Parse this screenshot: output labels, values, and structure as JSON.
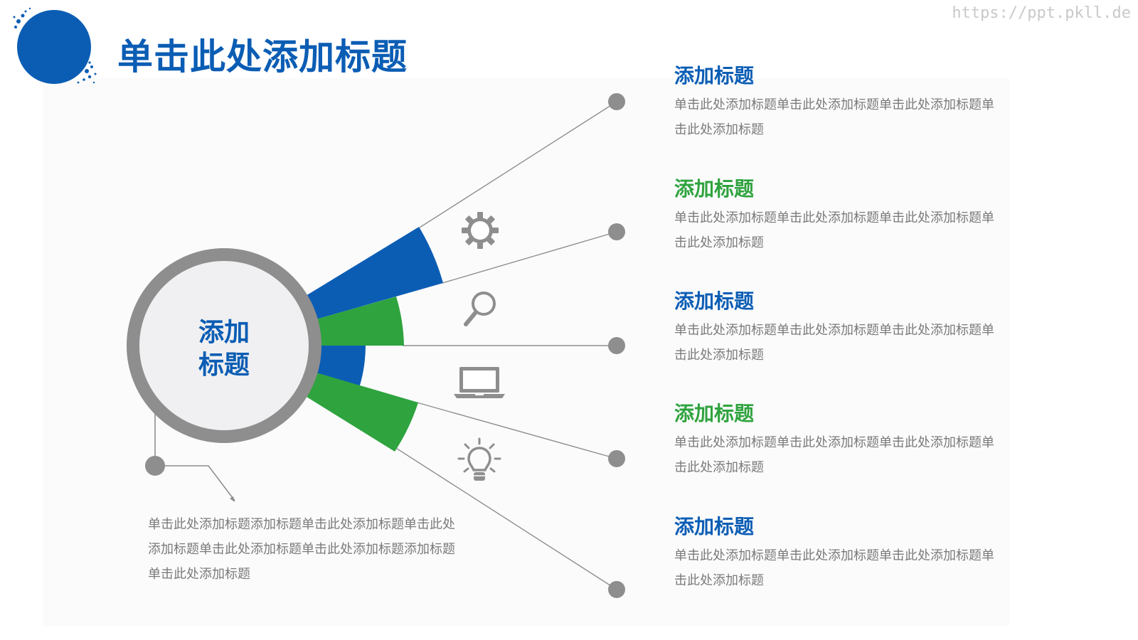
{
  "watermark": "https://ppt.pkll.de",
  "title": "单击此处添加标题",
  "center": {
    "line1": "添加",
    "line2": "标题"
  },
  "note": "单击此处添加标题添加标题单击此处添加标题单击此处添加标题单击此处添加标题单击此处添加标题添加标题单击此处添加标题",
  "items": [
    {
      "heading": "添加标题",
      "text": "单击此处添加标题单击此处添加标题单击此处添加标题单击此处添加标题",
      "color": "#0b5db4"
    },
    {
      "heading": "添加标题",
      "text": "单击此处添加标题单击此处添加标题单击此处添加标题单击此处添加标题",
      "color": "#2fa33e"
    },
    {
      "heading": "添加标题",
      "text": "单击此处添加标题单击此处添加标题单击此处添加标题单击此处添加标题",
      "color": "#0b5db4"
    },
    {
      "heading": "添加标题",
      "text": "单击此处添加标题单击此处添加标题单击此处添加标题单击此处添加标题",
      "color": "#2fa33e"
    },
    {
      "heading": "添加标题",
      "text": "单击此处添加标题单击此处添加标题单击此处添加标题单击此处添加标题",
      "color": "#0b5db4"
    }
  ],
  "icons": [
    "gear-icon",
    "magnifier-icon",
    "laptop-icon",
    "lightbulb-icon"
  ],
  "colors": {
    "blue": "#0b5db4",
    "green": "#2fa33e",
    "gray": "#8e8e8e",
    "text_gray": "#7a7a7a"
  }
}
